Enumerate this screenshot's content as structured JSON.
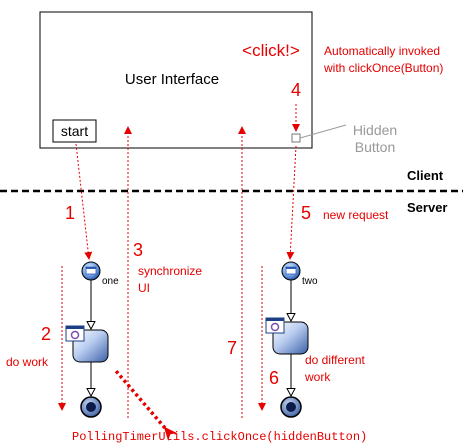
{
  "ui": {
    "title": "User Interface",
    "start_button": "start",
    "click_label": "<click!>",
    "hidden_button_line1": "Hidden",
    "hidden_button_line2": "Button"
  },
  "auto_note": {
    "line1": "Automatically invoked",
    "line2": "with clickOnce(Button)"
  },
  "zones": {
    "client": "Client",
    "server": "Server"
  },
  "steps": {
    "s1": "1",
    "s2": "2",
    "s3": "3",
    "s4": "4",
    "s5": "5",
    "s6": "6",
    "s7": "7"
  },
  "labels": {
    "new_request": "new request",
    "synchronize_line1": "synchronize",
    "synchronize_line2": "UI",
    "do_work": "do work",
    "do_different_line1": "do different",
    "do_different_line2": "work",
    "node_one": "one",
    "node_two": "two",
    "code_call": "PollingTimerUtils.clickOnce(hiddenButton)"
  },
  "colors": {
    "accent_red": "#e60000",
    "hidden_gray": "#999999",
    "node_blue": "#4a78c8"
  }
}
